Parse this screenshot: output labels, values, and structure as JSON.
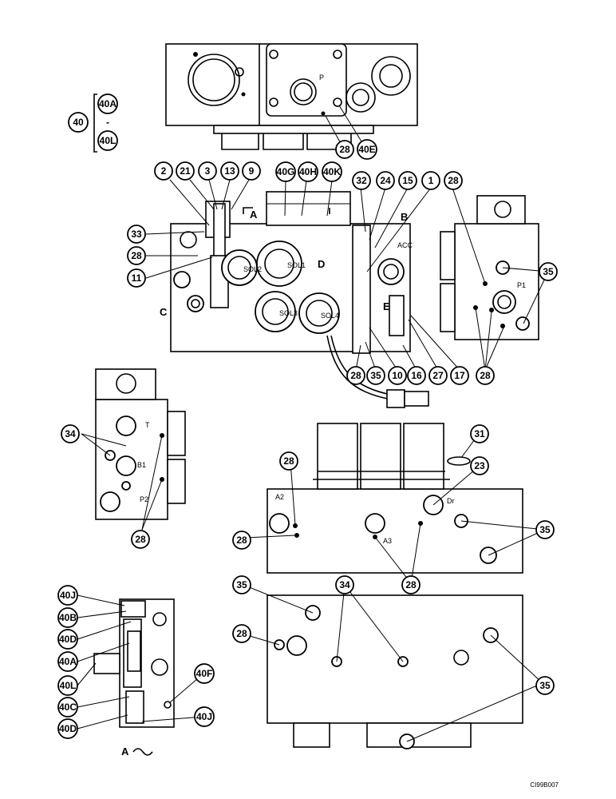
{
  "drawing_ref": "CI99B007",
  "view_caption": "A",
  "range_group": {
    "main": "40",
    "from": "40A",
    "dash": "-",
    "to": "40L"
  },
  "callouts": {
    "c2": "2",
    "c21": "21",
    "c3": "3",
    "c13": "13",
    "c9": "9",
    "c40G": "40G",
    "c40H": "40H",
    "c40K": "40K",
    "c32": "32",
    "c24": "24",
    "c15": "15",
    "c1": "1",
    "c28_top": "28",
    "c33": "33",
    "c28_left": "28",
    "c11": "11",
    "c35_right": "35",
    "c28_b1": "28",
    "c35_b": "35",
    "c10": "10",
    "c16": "16",
    "c27": "27",
    "c17": "17",
    "c28_right": "28",
    "c28_topview": "28",
    "c40E": "40E",
    "c34_left": "34",
    "c28_leftview": "28",
    "c31": "31",
    "c23": "23",
    "c28_m1": "28",
    "c28_m2": "28",
    "c35_m": "35",
    "c28_m3": "28",
    "c35_bot1": "35",
    "c34_bot": "34",
    "c28_bot": "28",
    "c35_bot2": "35",
    "c40J_a": "40J",
    "c40B": "40B",
    "c40D_a": "40D",
    "c40A": "40A",
    "c40L": "40L",
    "c40F": "40F",
    "c40C": "40C",
    "c40D_b": "40D",
    "c40J_b": "40J"
  },
  "port_labels": {
    "acc": "ACC",
    "p": "P",
    "p1": "P1",
    "t": "T",
    "b1": "B1",
    "p2": "P2",
    "a2": "A2",
    "a3": "A3",
    "dr": "Dr",
    "sol1": "SOL1",
    "sol2": "SOL2",
    "sol3": "SOL3",
    "sol4": "SOL4"
  },
  "section_marks": {
    "a": "A",
    "b": "B",
    "c": "C",
    "d": "D",
    "e": "E"
  }
}
